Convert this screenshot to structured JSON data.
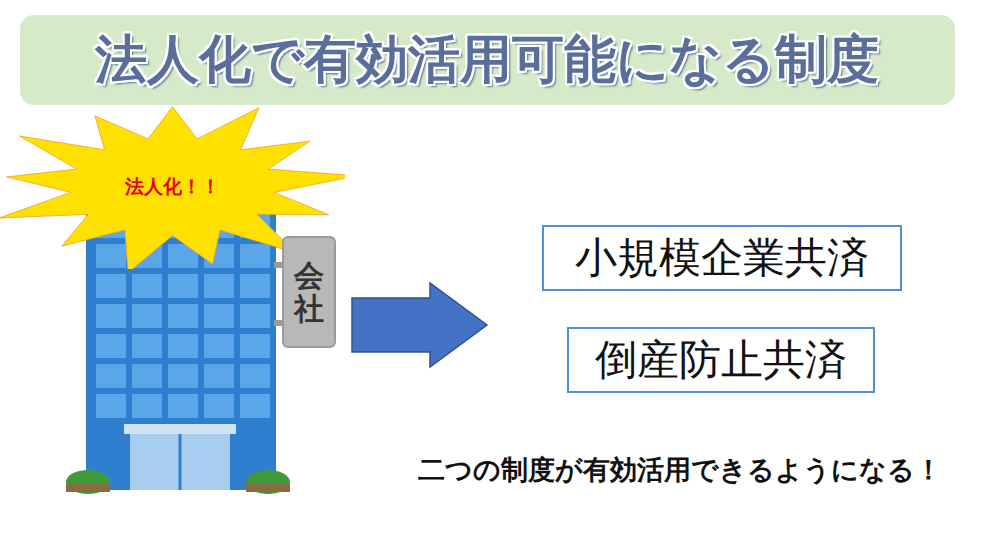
{
  "diagram": {
    "title": "法人化で有効活用可能になる制度",
    "nodes": [
      {
        "text": [
          "法人化！！"
        ]
      },
      {
        "text": [
          "会社"
        ]
      },
      {
        "text": [
          "小規模企業共済"
        ]
      },
      {
        "text": [
          "倒産防止共済"
        ]
      }
    ],
    "labels": [
      "二つの制度が有効活用できるようになる！"
    ]
  }
}
